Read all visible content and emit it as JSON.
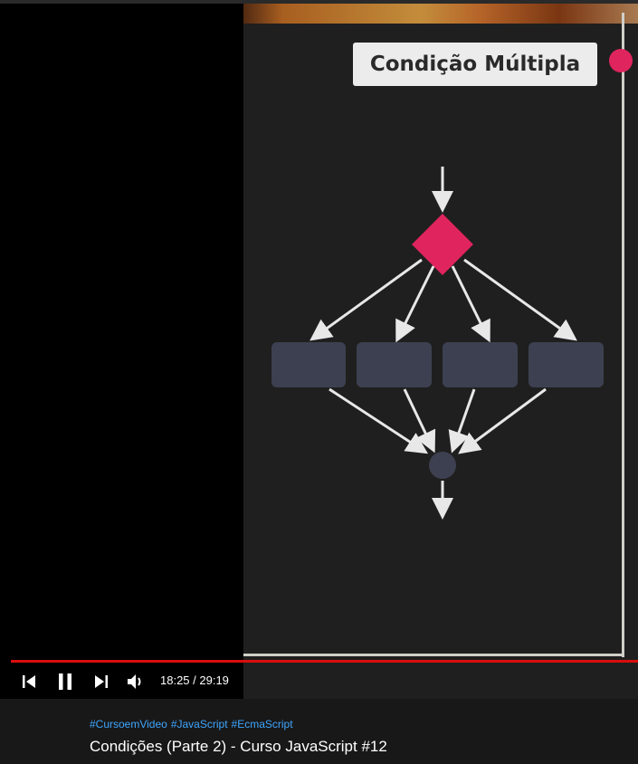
{
  "video": {
    "slide_title": "Condição Múltipla",
    "progress_fraction": 0.63,
    "current_time": "18:25",
    "duration": "29:19",
    "time_text": "18:25 / 29:19"
  },
  "controls": {
    "previous_icon": "skip-previous-icon",
    "pause_icon": "pause-icon",
    "next_icon": "skip-next-icon",
    "volume_icon": "volume-icon"
  },
  "info": {
    "hashtags": [
      "#CursoemVideo",
      "#JavaScript",
      "#EcmaScript"
    ],
    "title": "Condições (Parte 2) - Curso JavaScript #12"
  },
  "colors": {
    "accent_red": "#d80d0d",
    "hashtag_blue": "#3ea6ff",
    "diamond": "#e0245e",
    "box": "#3d4050"
  }
}
